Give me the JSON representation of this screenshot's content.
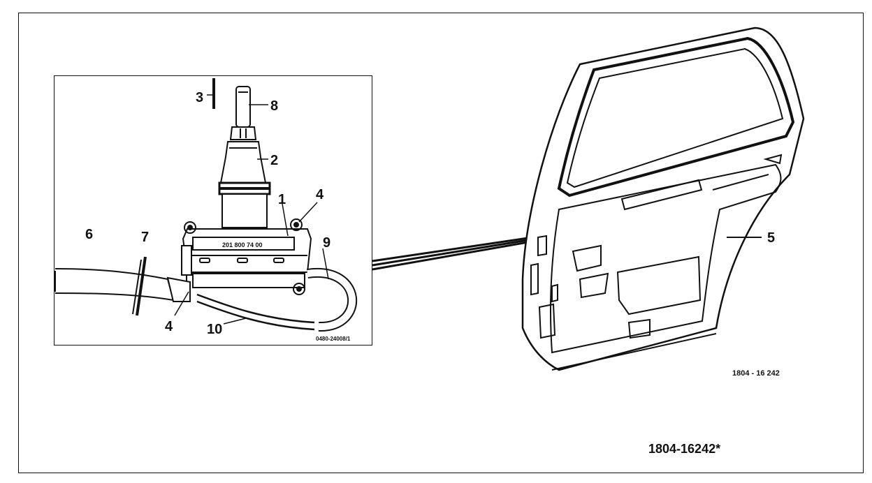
{
  "callouts": {
    "c1": "1",
    "c2": "2",
    "c3": "3",
    "c4a": "4",
    "c4b": "4",
    "c5": "5",
    "c6": "6",
    "c7": "7",
    "c8": "8",
    "c9": "9",
    "c10": "10"
  },
  "labels": {
    "inset_code": "0480-24008/1",
    "part_stamp": "201 800 74 00",
    "door_ref": "1804 - 16 242",
    "figure_ref": "1804-16242*"
  },
  "colors": {
    "line": "#111111",
    "background": "#ffffff"
  }
}
